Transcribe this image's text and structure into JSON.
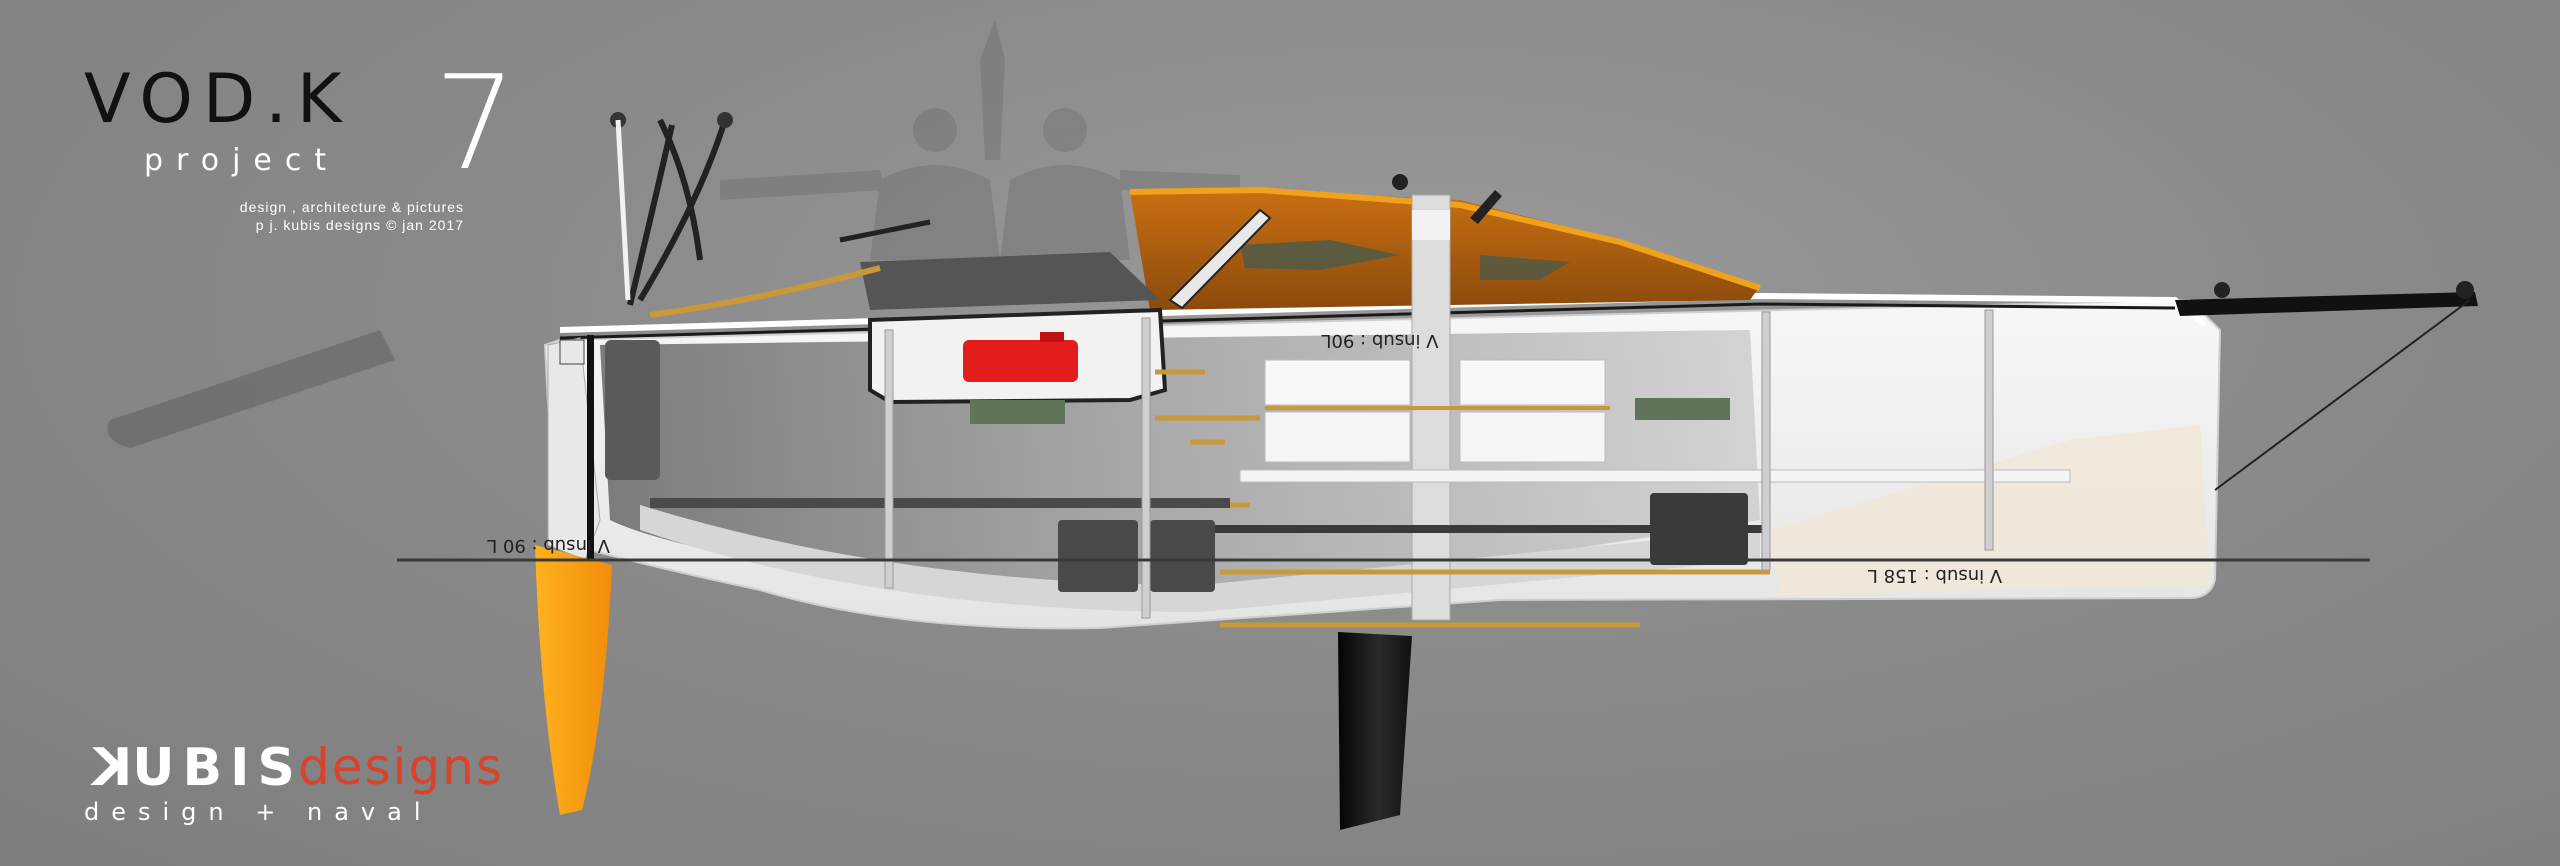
{
  "title": {
    "name": "VOD.K",
    "subtitle": "project",
    "number": "7",
    "credit_line1": "design , architecture & pictures",
    "credit_line2": "p j. kubis designs © jan 2017"
  },
  "logo": {
    "mirrored_letter": "K",
    "brand_rest": "UBIS",
    "designs": "designs",
    "tagline": "design + naval"
  },
  "volume_labels": {
    "aft": "V insub : 90 L",
    "mid": "V insub : 90L",
    "fore": "V insub : 158 L"
  },
  "colors": {
    "background": "#8a8a8a",
    "accent_orange": "#f0a21c",
    "cabin_orange": "#b8610f",
    "brand_red": "#d9432b",
    "fuel_can_red": "#e31c1c",
    "hull_white": "#f4f4f4"
  },
  "icons": [
    "rudder",
    "keel",
    "mast",
    "bowsprit",
    "fuel-can",
    "hatch",
    "winch"
  ]
}
